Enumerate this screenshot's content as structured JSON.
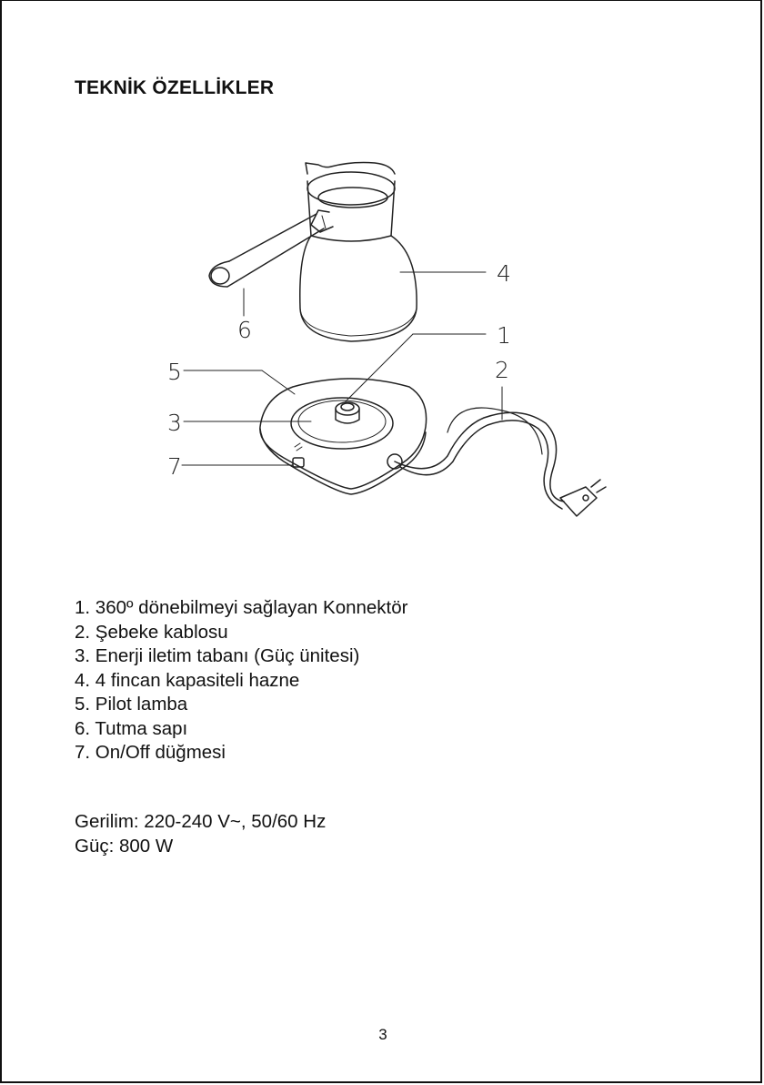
{
  "title": "TEKNİK ÖZELLİKLER",
  "diagram": {
    "callouts": [
      "1",
      "2",
      "3",
      "4",
      "5",
      "6",
      "7"
    ]
  },
  "parts": [
    "1. 360º dönebilmeyi sağlayan Konnektör",
    "2. Şebeke kablosu",
    "3. Enerji iletim tabanı (Güç ünitesi)",
    "4. 4 fincan kapasiteli hazne",
    "5. Pilot lamba",
    "6. Tutma sapı",
    "7. On/Off düğmesi"
  ],
  "specs": [
    "Gerilim: 220-240 V~, 50/60 Hz",
    "Güç: 800 W"
  ],
  "page_number": "3"
}
